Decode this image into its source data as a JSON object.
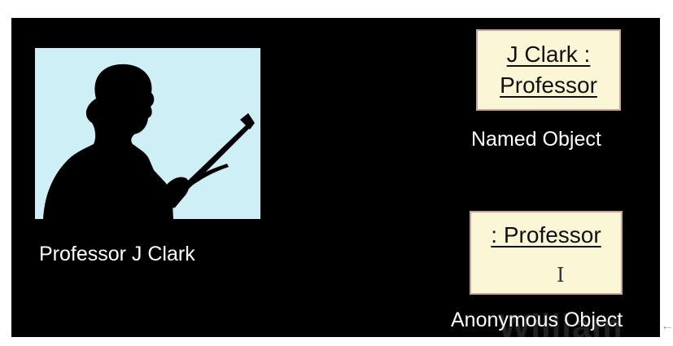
{
  "photo": {
    "icon": "woman-silhouette-holding-pointer",
    "bg_color": "#cfeff6"
  },
  "captions": {
    "professor": "Professor J Clark",
    "named": "Named Object",
    "anonymous": "Anonymous Object"
  },
  "named_object": {
    "line1": "J Clark :",
    "line2": "Professor"
  },
  "anonymous_object": {
    "label": ": Professor"
  },
  "watermark": "William",
  "colors": {
    "slide_bg": "#000000",
    "object_fill": "#fbf6d6",
    "object_border": "#c9a39b"
  }
}
